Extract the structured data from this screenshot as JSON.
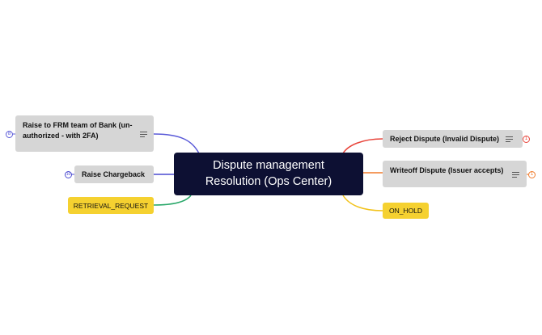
{
  "root": {
    "line1": "Dispute management",
    "line2": "Resolution (Ops Center)",
    "bg": "#0d1033"
  },
  "nodes": {
    "frm": {
      "line1": "Raise to FRM team of Bank (un-",
      "line2": "authorized - with 2FA)",
      "badge": "8",
      "color": "#5a5ad8",
      "icon": "notes-icon"
    },
    "chargeback": {
      "label": "Raise Chargeback",
      "badge": "10",
      "color": "#4a4ad0"
    },
    "retrieval": {
      "label": "RETRIEVAL_REQUEST",
      "color": "#2aa86a",
      "bg": "#f5d130"
    },
    "reject": {
      "label": "Reject Dispute (Invalid Dispute)",
      "badge": "1",
      "color": "#e8443a",
      "icon": "notes-icon"
    },
    "writeoff": {
      "label": "Writeoff Dispute (Issuer accepts)",
      "badge": "1",
      "color": "#f07a2a",
      "icon": "notes-icon"
    },
    "onhold": {
      "label": "ON_HOLD",
      "color": "#f2c21a",
      "bg": "#f5d130"
    }
  }
}
